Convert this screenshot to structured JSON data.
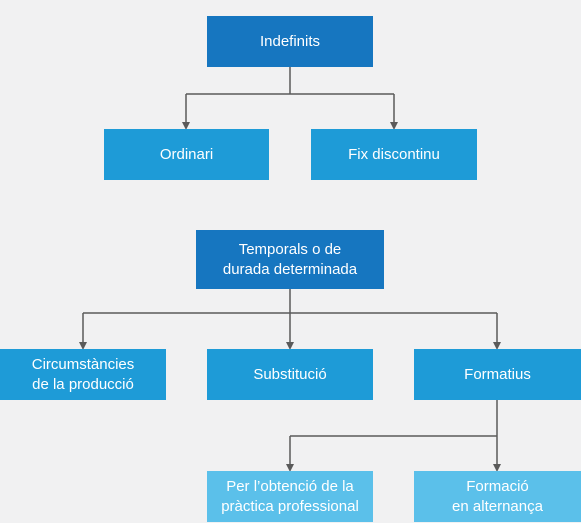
{
  "colors": {
    "background": "#f1f1f2",
    "level1": "#1676c0",
    "level2": "#1e9bd7",
    "level3": "#5bc0ea",
    "connector": "#5a5a5a"
  },
  "diagram": {
    "nodes": {
      "indefinits": "Indefinits",
      "ordinari": "Ordinari",
      "fix_discontinu": "Fix discontinu",
      "temporals": "Temporals o de\ndurada determinada",
      "circumstancies": "Circumstàncies\nde la producció",
      "substitucio": "Substitució",
      "formatius": "Formatius",
      "obtencio": "Per l’obtenció de la\npràctica professional",
      "alternanca": "Formació\nen alternança"
    }
  }
}
